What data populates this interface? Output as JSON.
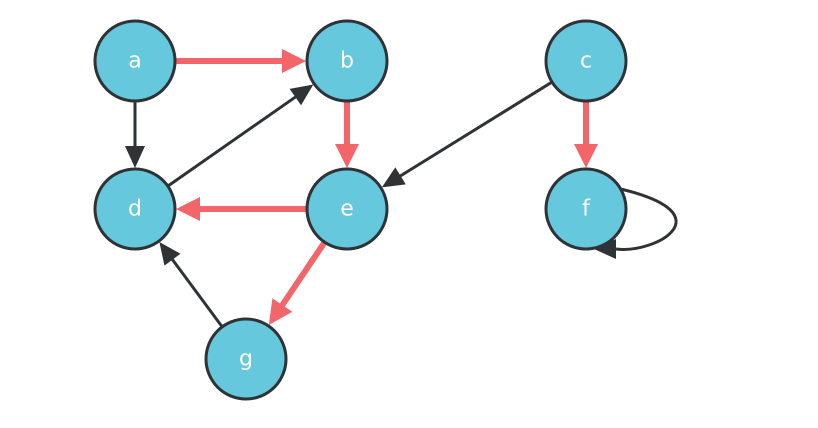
{
  "colors": {
    "node_fill": "#65c8dc",
    "node_stroke": "#2f3336",
    "label": "#ffffff",
    "edge_highlight": "#f2666a",
    "edge_normal": "#2f3336"
  },
  "nodes": [
    {
      "id": "a",
      "label": "a"
    },
    {
      "id": "b",
      "label": "b"
    },
    {
      "id": "c",
      "label": "c"
    },
    {
      "id": "d",
      "label": "d"
    },
    {
      "id": "e",
      "label": "e"
    },
    {
      "id": "f",
      "label": "f"
    },
    {
      "id": "g",
      "label": "g"
    }
  ],
  "edges": [
    {
      "from": "a",
      "to": "b",
      "highlighted": true
    },
    {
      "from": "a",
      "to": "d",
      "highlighted": false
    },
    {
      "from": "d",
      "to": "b",
      "highlighted": false
    },
    {
      "from": "b",
      "to": "e",
      "highlighted": true
    },
    {
      "from": "e",
      "to": "d",
      "highlighted": true
    },
    {
      "from": "c",
      "to": "e",
      "highlighted": false
    },
    {
      "from": "c",
      "to": "f",
      "highlighted": true
    },
    {
      "from": "f",
      "to": "f",
      "highlighted": false
    },
    {
      "from": "e",
      "to": "g",
      "highlighted": true
    },
    {
      "from": "g",
      "to": "d",
      "highlighted": false
    }
  ]
}
